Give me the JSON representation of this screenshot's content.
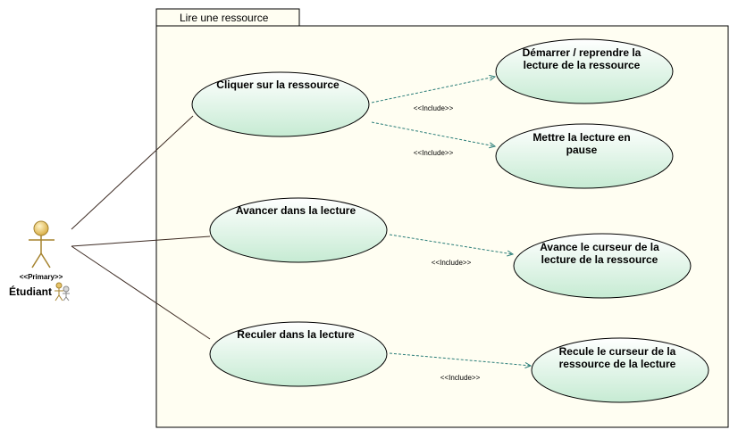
{
  "package": {
    "title": "Lire une ressource"
  },
  "actor": {
    "stereotype": "<<Primary>>",
    "name": "Étudiant"
  },
  "use_cases": [
    {
      "id": "uc1",
      "lines": [
        "Cliquer sur la ressource"
      ]
    },
    {
      "id": "uc2",
      "lines": [
        "Démarrer / reprendre la",
        "lecture de la ressource"
      ]
    },
    {
      "id": "uc3",
      "lines": [
        "Mettre la lecture en",
        "pause"
      ]
    },
    {
      "id": "uc4",
      "lines": [
        "Avancer dans la lecture"
      ]
    },
    {
      "id": "uc5",
      "lines": [
        "Avance le curseur de la",
        "lecture de la ressource"
      ]
    },
    {
      "id": "uc6",
      "lines": [
        "Reculer dans la lecture"
      ]
    },
    {
      "id": "uc7",
      "lines": [
        "Recule le curseur de la",
        "ressource de la lecture"
      ]
    }
  ],
  "include_relations": [
    {
      "from": "uc1",
      "to": "uc2",
      "label": "<<Include>>"
    },
    {
      "from": "uc1",
      "to": "uc3",
      "label": "<<Include>>"
    },
    {
      "from": "uc4",
      "to": "uc5",
      "label": "<<Include>>"
    },
    {
      "from": "uc6",
      "to": "uc7",
      "label": "<<Include>>"
    }
  ],
  "associations": [
    {
      "from": "actor",
      "to": "uc1"
    },
    {
      "from": "actor",
      "to": "uc4"
    },
    {
      "from": "actor",
      "to": "uc6"
    }
  ],
  "colors": {
    "usecase_fill_top": "#ffffff",
    "usecase_fill_bottom": "#c6ebd3",
    "usecase_stroke": "#000000",
    "include_line": "#2a7d78",
    "association_line": "#3c2a22",
    "package_fill": "#fffef2",
    "package_stroke": "#000000",
    "actor_fill": "#e7c46a",
    "actor_stroke": "#a5832e"
  }
}
